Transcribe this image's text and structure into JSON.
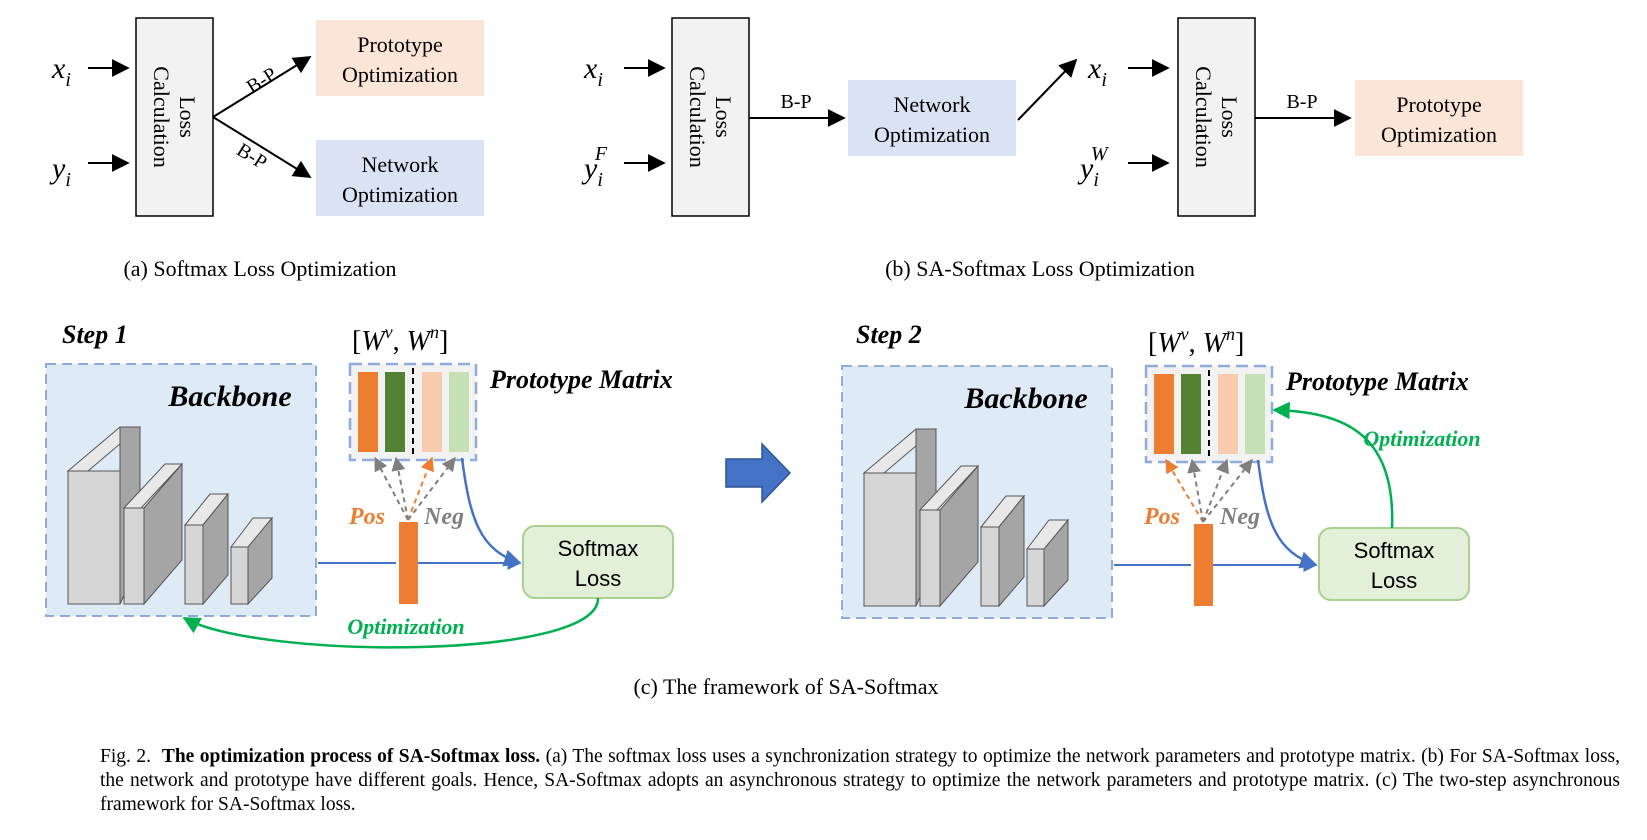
{
  "panel_a": {
    "inputs": {
      "x": "x",
      "x_sub": "i",
      "y": "y",
      "y_sub": "i"
    },
    "loss_box": [
      "Loss",
      "Calculation"
    ],
    "edge_top": "B-P",
    "edge_bottom": "B-P",
    "proto_box": [
      "Prototype",
      "Optimization"
    ],
    "net_box": [
      "Network",
      "Optimization"
    ],
    "caption": "(a) Softmax Loss Optimization"
  },
  "panel_b": {
    "stage1_inputs": {
      "x": "x",
      "x_sub": "i",
      "y": "y",
      "y_sub": "i",
      "y_sup": "F"
    },
    "loss_box_1": [
      "Loss",
      "Calculation"
    ],
    "edge_1": "B-P",
    "net_box": [
      "Network",
      "Optimization"
    ],
    "stage2_inputs": {
      "x": "x",
      "x_sub": "i",
      "y": "y",
      "y_sub": "i",
      "y_sup": "W"
    },
    "loss_box_2": [
      "Loss",
      "Calculation"
    ],
    "edge_2": "B-P",
    "proto_box": [
      "Prototype",
      "Optimization"
    ],
    "caption": "(b) SA-Softmax Loss Optimization"
  },
  "panel_c": {
    "step1": {
      "title": "Step 1",
      "backbone": "Backbone",
      "matrix_label": "[W^v, W^n]",
      "matrix_parts": {
        "open": "[",
        "w1": "W",
        "sup1": "v",
        "sep": ", ",
        "w2": "W",
        "sup2": "n",
        "close": "]"
      },
      "prototype_matrix": "Prototype Matrix",
      "pos": "Pos",
      "neg": "Neg",
      "loss_box": [
        "Softmax",
        "Loss"
      ],
      "optimization": "Optimization"
    },
    "step2": {
      "title": "Step 2",
      "backbone": "Backbone",
      "matrix_parts": {
        "open": "[",
        "w1": "W",
        "sup1": "v",
        "sep": ", ",
        "w2": "W",
        "sup2": "n",
        "close": "]"
      },
      "prototype_matrix": "Prototype Matrix",
      "pos": "Pos",
      "neg": "Neg",
      "loss_box": [
        "Softmax",
        "Loss"
      ],
      "optimization": "Optimization"
    },
    "caption": "(c) The framework of SA-Softmax"
  },
  "figure_caption": {
    "label": "Fig. 2.",
    "title": "The optimization process of SA-Softmax loss.",
    "body": "(a) The softmax loss uses a synchronization strategy to optimize the network parameters and prototype matrix. (b) For SA-Softmax loss, the network and prototype have different goals. Hence, SA-Softmax adopts an asynchronous strategy to optimize the network parameters and prototype matrix. (c) The two-step asynchronous framework for SA-Softmax loss."
  },
  "colors": {
    "proto_fill": "#fbe5d6",
    "net_fill": "#dae3f3",
    "loss_fill": "#f2f2f2",
    "backbone_fill": "#deebf7",
    "backbone_border": "#8faadc",
    "softmax_fill": "#e2f0d9",
    "softmax_border": "#a9d18e",
    "orange": "#ed7d31",
    "green": "#548235",
    "light_orange": "#f8cbad",
    "light_green": "#c5e0b4",
    "blue_arrow": "#4472c4",
    "opt_green": "#00b050",
    "neg_gray": "#7f7f7f"
  }
}
